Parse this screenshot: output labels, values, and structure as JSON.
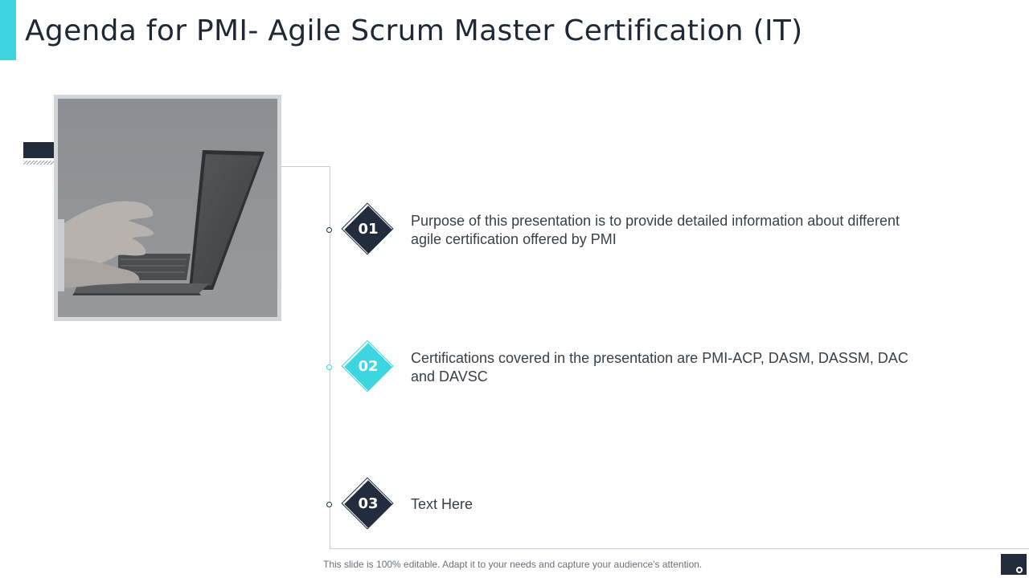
{
  "slide": {
    "title": "Agenda for PMI- Agile Scrum Master Certification (IT)",
    "footer_note": "This slide is 100% editable. Adapt it to your needs and capture your audience's attention.",
    "photo_icon": "laptop-typing-photo"
  },
  "agenda": [
    {
      "number": "01",
      "text": "Purpose of this presentation is to provide detailed information about different agile certification offered by PMI"
    },
    {
      "number": "02",
      "text": "Certifications covered in the presentation are PMI-ACP, DASM, DASSM, DAC and DAVSC"
    },
    {
      "number": "03",
      "text": "Text Here"
    }
  ],
  "colors": {
    "accent": "#3dd6e0",
    "dark": "#222c3c",
    "text": "#3a3f45"
  }
}
